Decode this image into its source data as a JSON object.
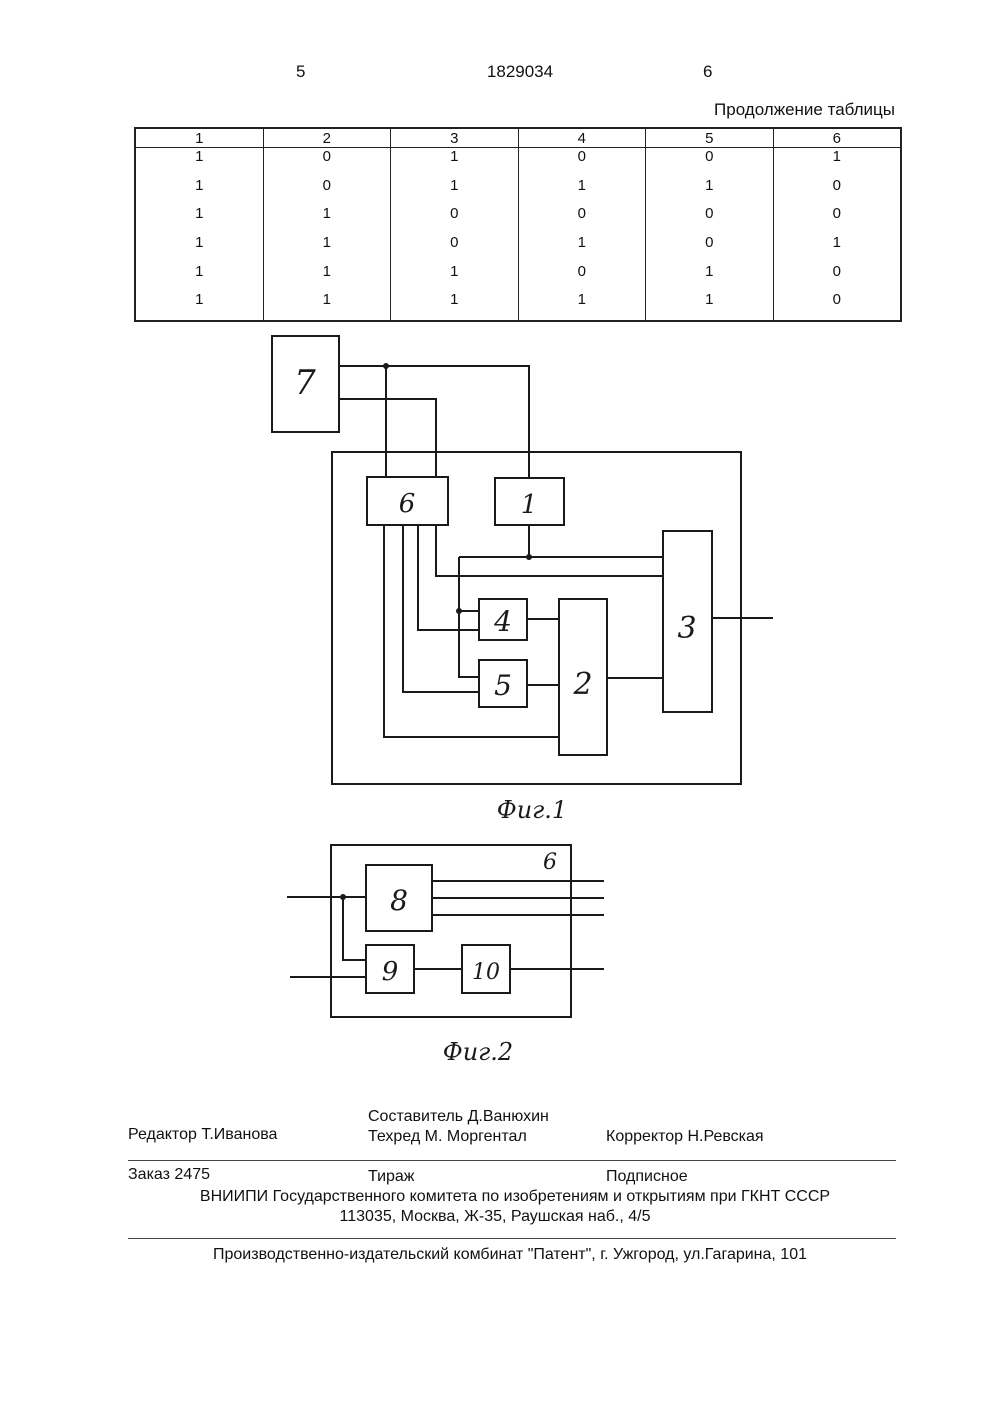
{
  "header": {
    "page_left": "5",
    "patent_number": "1829034",
    "page_right": "6",
    "table_continuation": "Продолжение таблицы"
  },
  "table": {
    "headers": [
      "1",
      "2",
      "3",
      "4",
      "5",
      "6"
    ],
    "rows": [
      [
        "1",
        "0",
        "1",
        "0",
        "0",
        "1"
      ],
      [
        "1",
        "0",
        "1",
        "1",
        "1",
        "0"
      ],
      [
        "1",
        "1",
        "0",
        "0",
        "0",
        "0"
      ],
      [
        "1",
        "1",
        "0",
        "1",
        "0",
        "1"
      ],
      [
        "1",
        "1",
        "1",
        "0",
        "1",
        "0"
      ],
      [
        "1",
        "1",
        "1",
        "1",
        "1",
        "0"
      ]
    ]
  },
  "fig1": {
    "caption": "Фиг.1",
    "blocks": {
      "b1": "1",
      "b2": "2",
      "b3": "3",
      "b4": "4",
      "b5": "5",
      "b6": "6",
      "b7": "7"
    }
  },
  "fig2": {
    "caption": "Фиг.2",
    "frame_label": "6",
    "blocks": {
      "b8": "8",
      "b9": "9",
      "b10": "10"
    }
  },
  "footer": {
    "editor": "Редактор  Т.Иванова",
    "compiler": "Составитель  Д.Ванюхин",
    "techred": "Техред    М. Моргентал",
    "corrector": "Корректор  Н.Ревская",
    "order": "Заказ 2475",
    "circulation": "Тираж",
    "subscription": "Подписное",
    "org_line1": "ВНИИПИ Государственного комитета по изобретениям и открытиям при ГКНТ СССР",
    "org_line2": "113035, Москва, Ж-35, Раушская наб., 4/5",
    "publisher": "Производственно-издательский комбинат \"Патент\", г. Ужгород, ул.Гагарина, 101"
  }
}
